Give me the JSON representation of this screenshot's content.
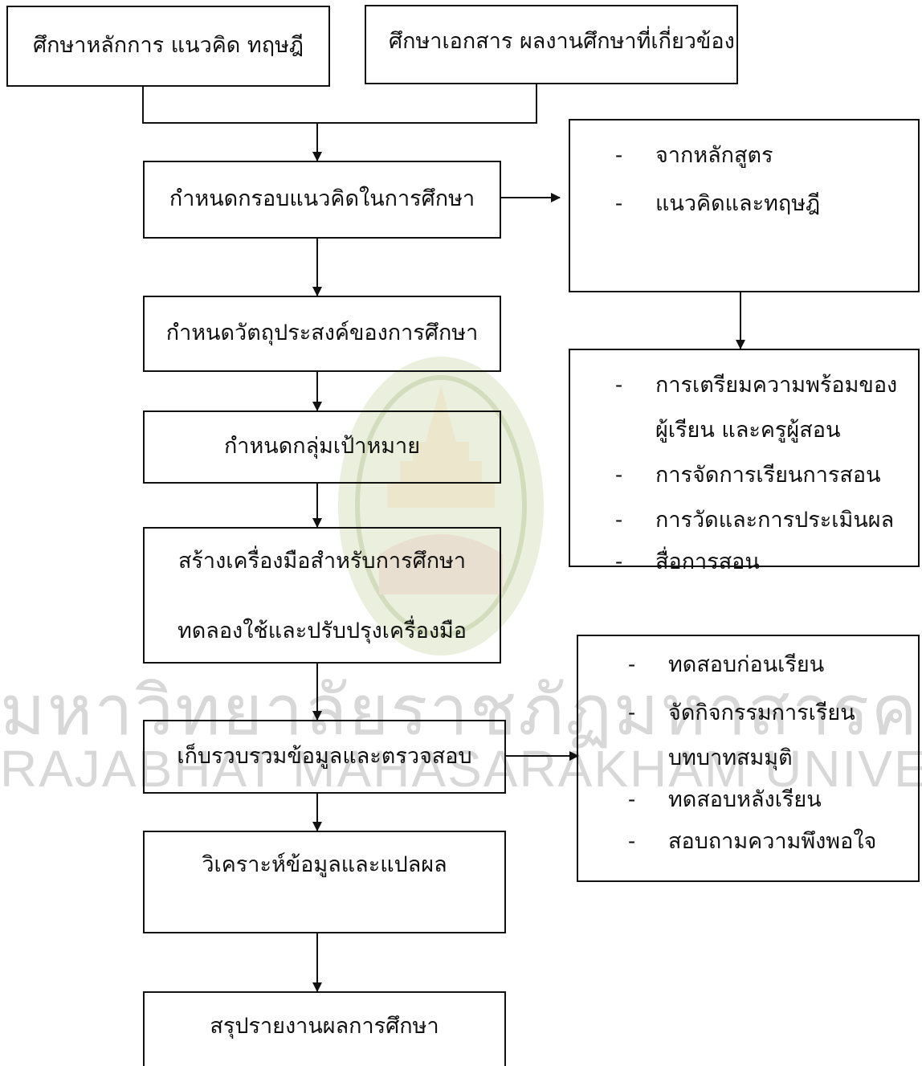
{
  "watermark": {
    "thai": "มหาวิทยาลัยราชภัฏมหาสารคาม",
    "english": "RAJABHAT MAHASARAKHAM UNIVERSITY"
  },
  "flowchart": {
    "top_left": "ศึกษาหลักการ แนวคิด ทฤษฎี",
    "top_right": "ศึกษาเอกสาร ผลงานศึกษาที่เกี่ยวข้อง",
    "steps": [
      "กำหนดกรอบแนวคิดในการศึกษา",
      "กำหนดวัตถุประสงค์ของการศึกษา",
      "กำหนดกลุ่มเป้าหมาย",
      "สร้างเครื่องมือสำหรับการศึกษา",
      "ทดลองใช้และปรับปรุงเครื่องมือ",
      "เก็บรวบรวมข้อมูลและตรวจสอบ",
      "วิเคราะห์ข้อมูลและแปลผล",
      "สรุปรายงานผลการศึกษา"
    ],
    "framework_sources": {
      "items": [
        "จากหลักสูตร",
        "แนวคิดและทฤษฎี"
      ]
    },
    "framework_content": {
      "items": [
        "การเตรียมความพร้อมของ",
        "ผู้เรียน และครูผู้สอน",
        "การจัดการเรียนการสอน",
        "การวัดและการประเมินผล",
        "สื่อการสอน"
      ]
    },
    "data_collection": {
      "items": [
        "ทดสอบก่อนเรียน",
        "จัดกิจกรรมการเรียน",
        "บทบาทสมมุติ",
        "ทดสอบหลังเรียน",
        "สอบถามความพึงพอใจ"
      ]
    },
    "dash": "-"
  },
  "colors": {
    "line": "#111111",
    "watermark_text": "#d8d8d8",
    "seal": "#e3ebd2"
  }
}
